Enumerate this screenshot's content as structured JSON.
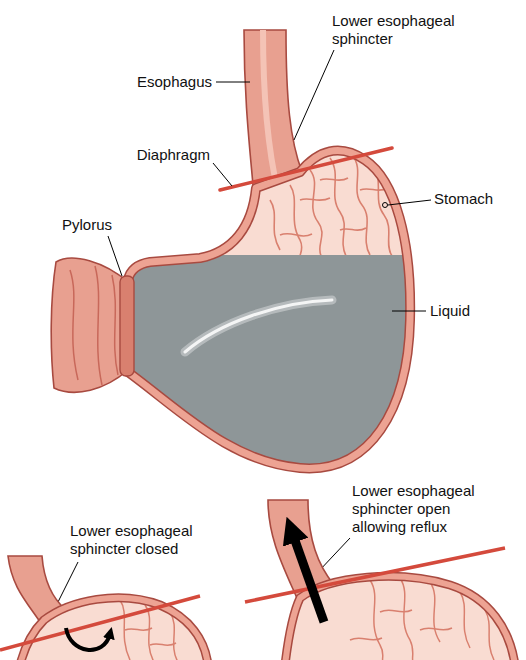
{
  "diagram": {
    "labels": [
      "Lower esophageal sphincter",
      "Esophagus",
      "Diaphragm",
      "Stomach",
      "Pylorus",
      "Liquid",
      "Lower esophageal sphincter closed",
      "Lower esophageal sphincter open allowing reflux"
    ]
  }
}
